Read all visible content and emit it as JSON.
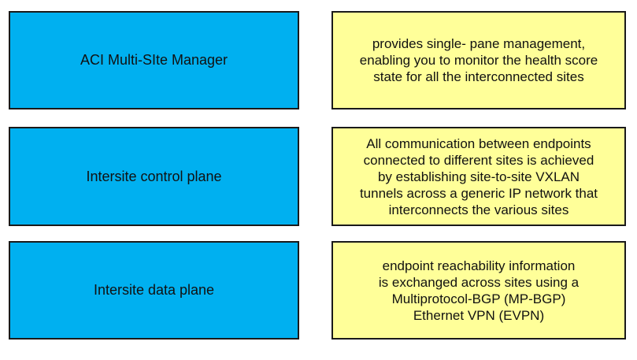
{
  "colors": {
    "term_fill": "#00b0f0",
    "definition_fill": "#ffff99",
    "border": "#1a1a1a"
  },
  "pairs": [
    {
      "term": "ACI Multi-SIte Manager",
      "definition": "provides single- pane management,\nenabling you to monitor the health score\nstate for all the interconnected sites"
    },
    {
      "term": "Intersite control plane",
      "definition": "All communication between endpoints\nconnected to different sites is achieved\nby establishing site-to-site VXLAN\ntunnels across a generic IP network that\ninterconnects the various sites"
    },
    {
      "term": "Intersite data plane",
      "definition": "endpoint reachability information\nis exchanged across sites using a\nMultiprotocol-BGP (MP-BGP)\nEthernet VPN (EVPN)"
    }
  ]
}
